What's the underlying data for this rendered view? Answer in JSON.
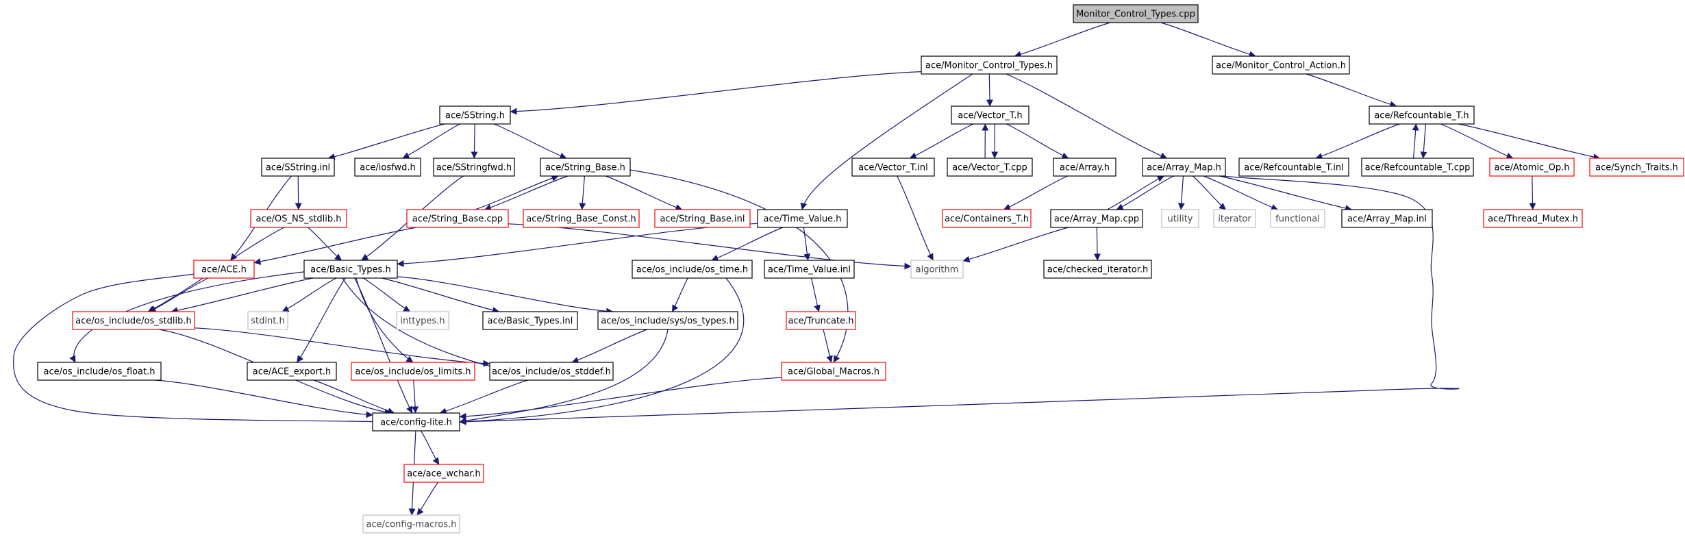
{
  "diagram": {
    "type": "include-dependency-graph",
    "colors": {
      "root_fill": "#bfbfbf",
      "normal_border": "#000000",
      "missing_border": "#ff0000",
      "system_border": "#bfbfbf",
      "edge": "#191970"
    },
    "nodes": [
      {
        "id": "root",
        "label": "Monitor_Control_Types.cpp",
        "kind": "root"
      },
      {
        "id": "mct_h",
        "label": "ace/Monitor_Control_Types.h",
        "kind": "normal"
      },
      {
        "id": "mca_h",
        "label": "ace/Monitor_Control_Action.h",
        "kind": "normal"
      },
      {
        "id": "sstring_h",
        "label": "ace/SString.h",
        "kind": "normal"
      },
      {
        "id": "vector_h",
        "label": "ace/Vector_T.h",
        "kind": "normal"
      },
      {
        "id": "refc_h",
        "label": "ace/Refcountable_T.h",
        "kind": "normal"
      },
      {
        "id": "sstring_inl",
        "label": "ace/SString.inl",
        "kind": "normal"
      },
      {
        "id": "iosfwd_h",
        "label": "ace/iosfwd.h",
        "kind": "normal"
      },
      {
        "id": "sstringfwd_h",
        "label": "ace/SStringfwd.h",
        "kind": "normal"
      },
      {
        "id": "string_base_h",
        "label": "ace/String_Base.h",
        "kind": "normal"
      },
      {
        "id": "vector_inl",
        "label": "ace/Vector_T.inl",
        "kind": "normal"
      },
      {
        "id": "vector_cpp",
        "label": "ace/Vector_T.cpp",
        "kind": "normal"
      },
      {
        "id": "array_h",
        "label": "ace/Array.h",
        "kind": "normal"
      },
      {
        "id": "array_map_h",
        "label": "ace/Array_Map.h",
        "kind": "normal"
      },
      {
        "id": "refc_inl",
        "label": "ace/Refcountable_T.inl",
        "kind": "normal"
      },
      {
        "id": "refc_cpp",
        "label": "ace/Refcountable_T.cpp",
        "kind": "normal"
      },
      {
        "id": "atomic_op_h",
        "label": "ace/Atomic_Op.h",
        "kind": "missing"
      },
      {
        "id": "synch_traits_h",
        "label": "ace/Synch_Traits.h",
        "kind": "missing"
      },
      {
        "id": "os_ns_stdlib_h",
        "label": "ace/OS_NS_stdlib.h",
        "kind": "missing"
      },
      {
        "id": "string_base_cpp",
        "label": "ace/String_Base.cpp",
        "kind": "missing"
      },
      {
        "id": "string_base_const_h",
        "label": "ace/String_Base_Const.h",
        "kind": "missing"
      },
      {
        "id": "string_base_inl",
        "label": "ace/String_Base.inl",
        "kind": "missing"
      },
      {
        "id": "time_value_h",
        "label": "ace/Time_Value.h",
        "kind": "normal"
      },
      {
        "id": "containers_t_h",
        "label": "ace/Containers_T.h",
        "kind": "missing"
      },
      {
        "id": "array_map_cpp",
        "label": "ace/Array_Map.cpp",
        "kind": "normal"
      },
      {
        "id": "utility",
        "label": "utility",
        "kind": "system"
      },
      {
        "id": "iterator",
        "label": "iterator",
        "kind": "system"
      },
      {
        "id": "functional",
        "label": "functional",
        "kind": "system"
      },
      {
        "id": "array_map_inl",
        "label": "ace/Array_Map.inl",
        "kind": "normal"
      },
      {
        "id": "thread_mutex_h",
        "label": "ace/Thread_Mutex.h",
        "kind": "missing"
      },
      {
        "id": "ace_h",
        "label": "ace/ACE.h",
        "kind": "missing"
      },
      {
        "id": "basic_types_h",
        "label": "ace/Basic_Types.h",
        "kind": "normal"
      },
      {
        "id": "os_time_h",
        "label": "ace/os_include/os_time.h",
        "kind": "normal"
      },
      {
        "id": "time_value_inl",
        "label": "ace/Time_Value.inl",
        "kind": "normal"
      },
      {
        "id": "algorithm",
        "label": "algorithm",
        "kind": "system"
      },
      {
        "id": "checked_iter_h",
        "label": "ace/checked_iterator.h",
        "kind": "normal"
      },
      {
        "id": "os_stdlib_h",
        "label": "ace/os_include/os_stdlib.h",
        "kind": "missing"
      },
      {
        "id": "stdint_h",
        "label": "stdint.h",
        "kind": "system"
      },
      {
        "id": "inttypes_h",
        "label": "inttypes.h",
        "kind": "system"
      },
      {
        "id": "basic_types_inl",
        "label": "ace/Basic_Types.inl",
        "kind": "normal"
      },
      {
        "id": "sys_types_h",
        "label": "ace/os_include/sys/os_types.h",
        "kind": "normal"
      },
      {
        "id": "truncate_h",
        "label": "ace/Truncate.h",
        "kind": "missing"
      },
      {
        "id": "os_float_h",
        "label": "ace/os_include/os_float.h",
        "kind": "normal"
      },
      {
        "id": "ace_export_h",
        "label": "ace/ACE_export.h",
        "kind": "normal"
      },
      {
        "id": "os_limits_h",
        "label": "ace/os_include/os_limits.h",
        "kind": "missing"
      },
      {
        "id": "os_stddef_h",
        "label": "ace/os_include/os_stddef.h",
        "kind": "normal"
      },
      {
        "id": "global_macros_h",
        "label": "ace/Global_Macros.h",
        "kind": "missing"
      },
      {
        "id": "config_lite_h",
        "label": "ace/config-lite.h",
        "kind": "normal"
      },
      {
        "id": "ace_wchar_h",
        "label": "ace/ace_wchar.h",
        "kind": "missing"
      },
      {
        "id": "config_macros_h",
        "label": "ace/config-macros.h",
        "kind": "system"
      }
    ],
    "edges": [
      [
        "root",
        "mct_h"
      ],
      [
        "root",
        "mca_h"
      ],
      [
        "mct_h",
        "sstring_h"
      ],
      [
        "mct_h",
        "vector_h"
      ],
      [
        "mct_h",
        "array_map_h"
      ],
      [
        "mct_h",
        "time_value_h"
      ],
      [
        "mca_h",
        "refc_h"
      ],
      [
        "sstring_h",
        "sstring_inl"
      ],
      [
        "sstring_h",
        "iosfwd_h"
      ],
      [
        "sstring_h",
        "sstringfwd_h"
      ],
      [
        "sstring_h",
        "string_base_h"
      ],
      [
        "vector_h",
        "vector_inl"
      ],
      [
        "vector_h",
        "vector_cpp"
      ],
      [
        "vector_h",
        "array_h"
      ],
      [
        "vector_cpp",
        "vector_h"
      ],
      [
        "refc_h",
        "refc_inl"
      ],
      [
        "refc_h",
        "refc_cpp"
      ],
      [
        "refc_h",
        "atomic_op_h"
      ],
      [
        "refc_h",
        "synch_traits_h"
      ],
      [
        "refc_cpp",
        "refc_h"
      ],
      [
        "sstring_inl",
        "os_ns_stdlib_h"
      ],
      [
        "sstring_inl",
        "ace_h"
      ],
      [
        "sstringfwd_h",
        "basic_types_h"
      ],
      [
        "string_base_h",
        "string_base_cpp"
      ],
      [
        "string_base_h",
        "string_base_const_h"
      ],
      [
        "string_base_h",
        "string_base_inl"
      ],
      [
        "string_base_h",
        "global_macros_h"
      ],
      [
        "string_base_cpp",
        "string_base_h"
      ],
      [
        "vector_inl",
        "algorithm"
      ],
      [
        "array_h",
        "containers_t_h"
      ],
      [
        "array_map_h",
        "array_map_cpp"
      ],
      [
        "array_map_h",
        "utility"
      ],
      [
        "array_map_h",
        "iterator"
      ],
      [
        "array_map_h",
        "functional"
      ],
      [
        "array_map_h",
        "array_map_inl"
      ],
      [
        "array_map_h",
        "config_lite_h"
      ],
      [
        "array_map_cpp",
        "array_map_h"
      ],
      [
        "atomic_op_h",
        "thread_mutex_h"
      ],
      [
        "os_ns_stdlib_h",
        "basic_types_h"
      ],
      [
        "os_ns_stdlib_h",
        "os_stdlib_h"
      ],
      [
        "string_base_cpp",
        "ace_h"
      ],
      [
        "string_base_cpp",
        "algorithm"
      ],
      [
        "time_value_h",
        "basic_types_h"
      ],
      [
        "time_value_h",
        "os_time_h"
      ],
      [
        "time_value_h",
        "time_value_inl"
      ],
      [
        "array_map_cpp",
        "checked_iter_h"
      ],
      [
        "array_map_cpp",
        "algorithm"
      ],
      [
        "ace_h",
        "config_lite_h"
      ],
      [
        "ace_h",
        "os_stdlib_h"
      ],
      [
        "basic_types_h",
        "os_stdlib_h"
      ],
      [
        "basic_types_h",
        "stdint_h"
      ],
      [
        "basic_types_h",
        "inttypes_h"
      ],
      [
        "basic_types_h",
        "basic_types_inl"
      ],
      [
        "basic_types_h",
        "sys_types_h"
      ],
      [
        "basic_types_h",
        "os_float_h"
      ],
      [
        "basic_types_h",
        "ace_export_h"
      ],
      [
        "basic_types_h",
        "os_limits_h"
      ],
      [
        "basic_types_h",
        "os_stddef_h"
      ],
      [
        "basic_types_h",
        "config_lite_h"
      ],
      [
        "os_time_h",
        "sys_types_h"
      ],
      [
        "os_time_h",
        "config_lite_h"
      ],
      [
        "time_value_inl",
        "truncate_h"
      ],
      [
        "os_stdlib_h",
        "os_stddef_h"
      ],
      [
        "os_stdlib_h",
        "config_lite_h"
      ],
      [
        "sys_types_h",
        "os_stddef_h"
      ],
      [
        "sys_types_h",
        "config_lite_h"
      ],
      [
        "truncate_h",
        "global_macros_h"
      ],
      [
        "os_float_h",
        "config_lite_h"
      ],
      [
        "ace_export_h",
        "config_lite_h"
      ],
      [
        "os_limits_h",
        "config_lite_h"
      ],
      [
        "os_stddef_h",
        "config_lite_h"
      ],
      [
        "global_macros_h",
        "config_lite_h"
      ],
      [
        "config_lite_h",
        "ace_wchar_h"
      ],
      [
        "config_lite_h",
        "config_macros_h"
      ],
      [
        "ace_wchar_h",
        "config_macros_h"
      ]
    ]
  }
}
